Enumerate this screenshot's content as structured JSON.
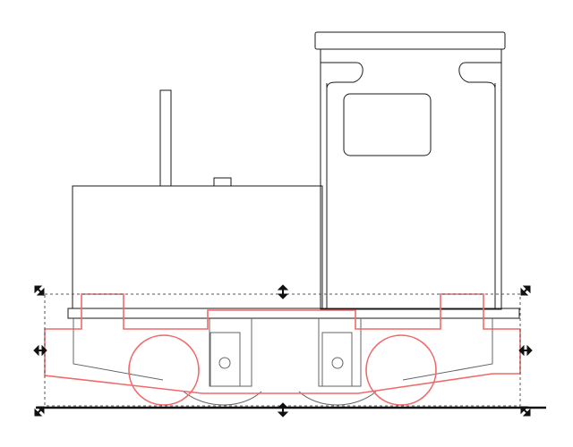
{
  "canvas": {
    "background": "#ffffff",
    "line_color": "#1a1a1a",
    "selection_color": "#f06a6a",
    "ghost_color": "#c8c8c8",
    "handle_color": "#111111"
  },
  "drawing": {
    "subject": "locomotive-outline",
    "selected_object": "chassis-frame"
  },
  "selection": {
    "state": "selected",
    "handles": [
      "top-left",
      "top",
      "top-right",
      "left",
      "right",
      "bottom-left",
      "bottom",
      "bottom-right"
    ]
  }
}
